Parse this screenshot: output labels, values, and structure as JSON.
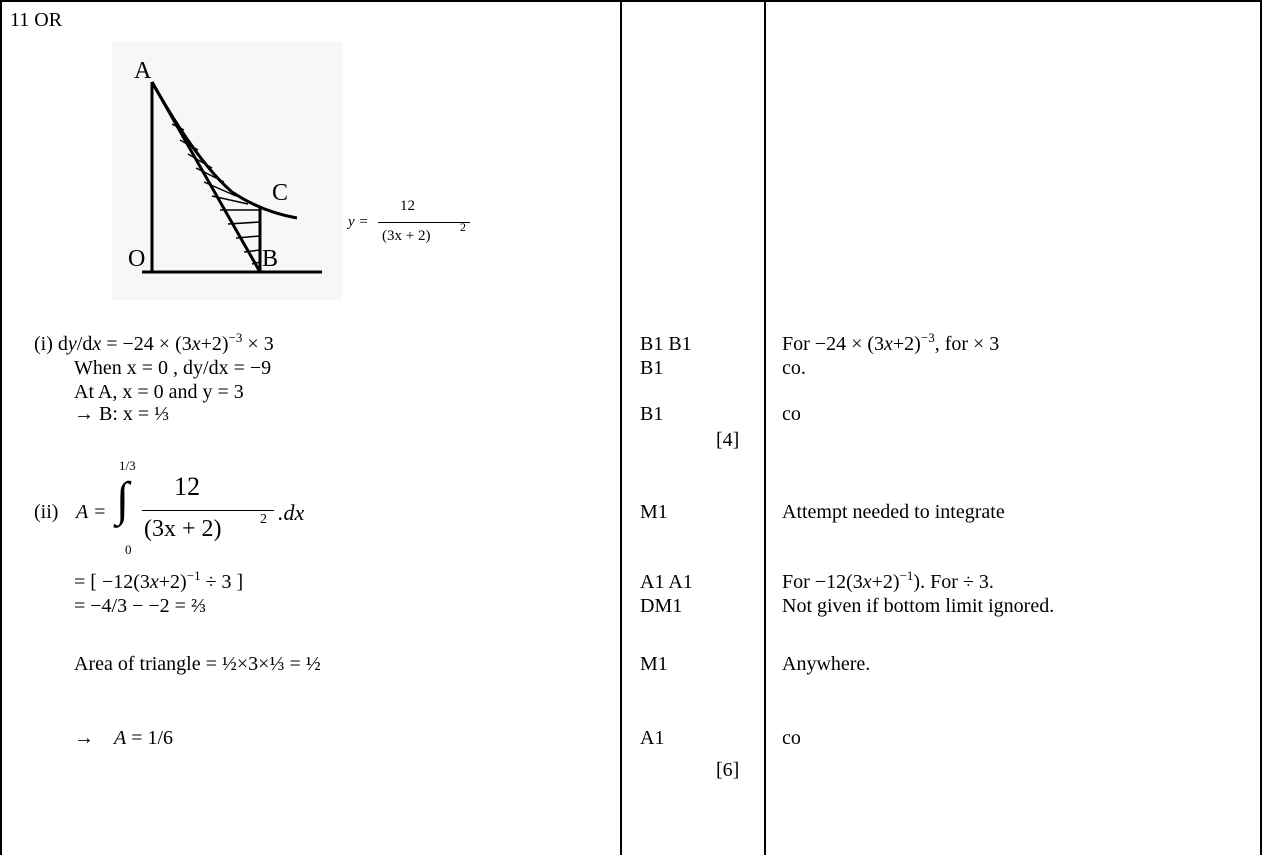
{
  "question": "11 OR",
  "figure": {
    "labels": {
      "a": "A",
      "c": "C",
      "o": "O",
      "b": "B"
    },
    "eq_lhs": "y =",
    "eq_num": "12",
    "eq_den": "(3x + 2)",
    "eq_pow": "2"
  },
  "part_i": {
    "l1_a": "(i)  d",
    "l1_b": "y",
    "l1_c": "/d",
    "l1_d": "x",
    "l1_e": " = −24 × (3",
    "l1_f": "x",
    "l1_g": "+2)",
    "l1_sup": "−3",
    "l1_h": "   × 3",
    "l2": "When x = 0 ,  dy/dx = −9",
    "l3": "At A,  x = 0 and y = 3",
    "l4": "→  B: x = ⅓",
    "marks": [
      "B1  B1",
      "B1",
      "B1"
    ],
    "total": "[4]",
    "notes": {
      "n1_a": "For −24 × (3",
      "n1_b": "x",
      "n1_c": "+2)",
      "n1_sup": "−3",
      "n1_d": ",   for × 3",
      "n2": "co.",
      "n3": "co"
    }
  },
  "part_ii": {
    "label": "(ii)",
    "a_eq": "A =",
    "upper": "1/3",
    "lower": "0",
    "num": "12",
    "den": "(3x + 2)",
    "den_pow": "2",
    "dx": ".dx",
    "l2_a": "=  [ −12(3",
    "l2_b": "x",
    "l2_c": "+2)",
    "l2_sup": "−1",
    "l2_d": " ÷ 3 ]",
    "l3": "=   −4/3 − −2 = ⅔",
    "l4": "Area of triangle = ½×3×⅓ = ½",
    "l5_arrow": "→",
    "l5_a": "A",
    "l5_b": " = 1/6",
    "marks": [
      "M1",
      "A1 A1",
      "DM1",
      "M1",
      "A1"
    ],
    "total": "[6]",
    "notes": {
      "n1": "Attempt needed to integrate",
      "n2_a": "For −12(3",
      "n2_b": "x",
      "n2_c": "+2)",
      "n2_sup": "−1",
      "n2_d": ").    For ÷ 3.",
      "n3": "Not given if bottom limit ignored.",
      "n4": "Anywhere.",
      "n5": "co"
    }
  }
}
